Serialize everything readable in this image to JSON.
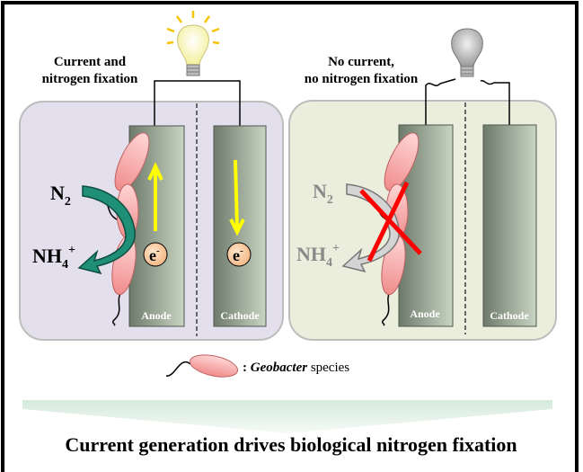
{
  "left_panel": {
    "caption_line1": "Current and",
    "caption_line2": "nitrogen fixation",
    "n2": "N",
    "n2_sub": "2",
    "nh4": "NH",
    "nh4_sub": "4",
    "nh4_sup": "+",
    "electron": "e",
    "electron_sup": "-",
    "anode": "Anode",
    "cathode": "Cathode"
  },
  "right_panel": {
    "caption_line1": "No current,",
    "caption_line2": "no nitrogen fixation",
    "n2": "N",
    "n2_sub": "2",
    "nh4": "NH",
    "nh4_sub": "4",
    "nh4_sup": "+",
    "anode": "Anode",
    "cathode": "Cathode"
  },
  "legend": {
    "prefix": ": ",
    "species_italic": "Geobacter",
    "suffix": " species"
  },
  "conclusion": "Current generation drives biological nitrogen fixation",
  "colors": {
    "left_bg": "#e4dfec",
    "right_bg": "#ebeedd",
    "electrode": "#8c9a8a",
    "arrow_active": "#1f8f77",
    "arrow_inactive": "#c8c8c8",
    "cross": "#ff0000",
    "current_arrow": "#ffff00",
    "bacterium": "#f5a5a5"
  }
}
